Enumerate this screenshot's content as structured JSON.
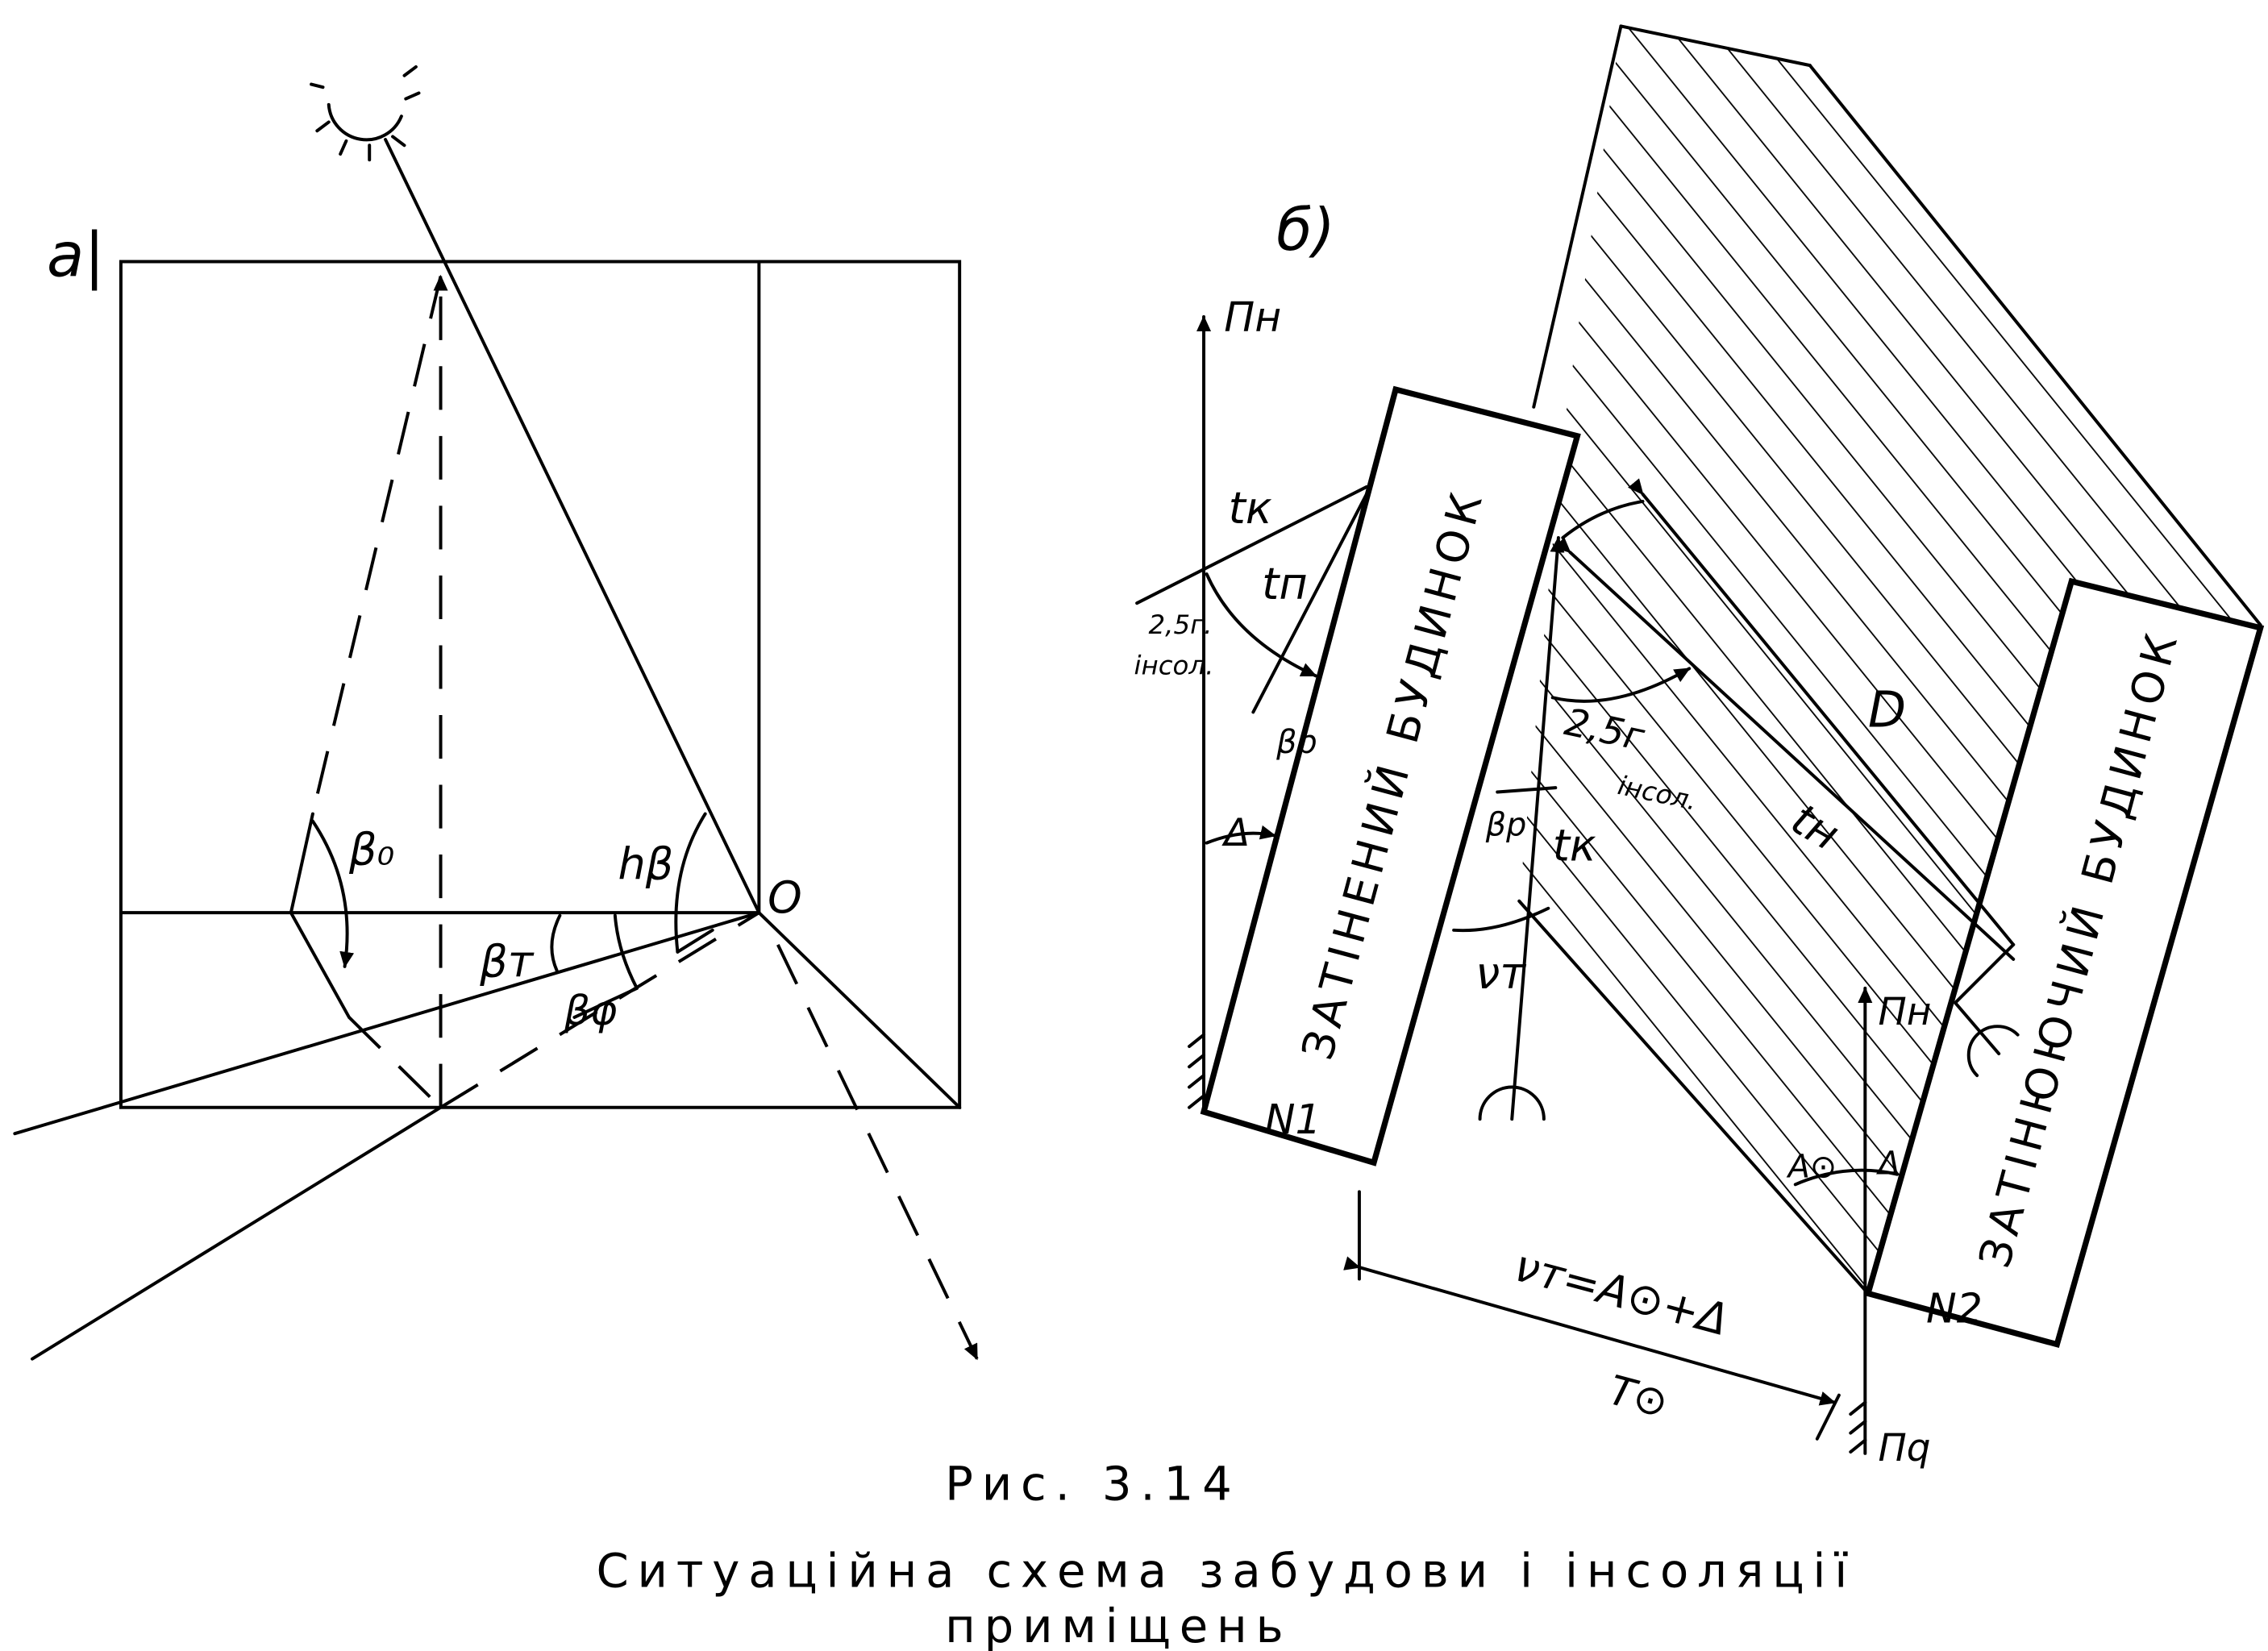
{
  "panel_a": {
    "label": "а|",
    "angles": {
      "beta_o": "β₀",
      "beta_t": "βт",
      "beta_f": "βφ",
      "h_beta": "hβ"
    },
    "point_o": "O"
  },
  "panel_b": {
    "label": "б)",
    "north_1": "Пн",
    "north_2": "Пн",
    "south": "Пq",
    "building_1": {
      "name": "ЗАТІНЕНИЙ БУДИНОК",
      "number": "N1"
    },
    "building_2": {
      "name": "ЗАТІНЮЮЧИЙ БУДИНОК",
      "number": "N2"
    },
    "t_k_left": "tк",
    "t_n": "tп",
    "insol_left_1": "2,5г.",
    "insol_left_2": "інсол.",
    "beta_p_left": "βр",
    "delta_left": "Δ",
    "insol_right_1": "2,5г",
    "insol_right_2": "інсол.",
    "beta_p_right": "βр",
    "t_k_right": "tк",
    "nu_t": "νт",
    "shadow_d": "D",
    "t_h": "tн",
    "a_sun": "A⊙",
    "delta_right": "Δ",
    "formula_top": "νт=A⊙+Δ",
    "formula_bottom": "T⊙"
  },
  "caption": {
    "figure": "Рис. 3.14",
    "title_line1": "Ситуаційна схема забудови і інсоляції",
    "title_line2": "приміщень"
  }
}
